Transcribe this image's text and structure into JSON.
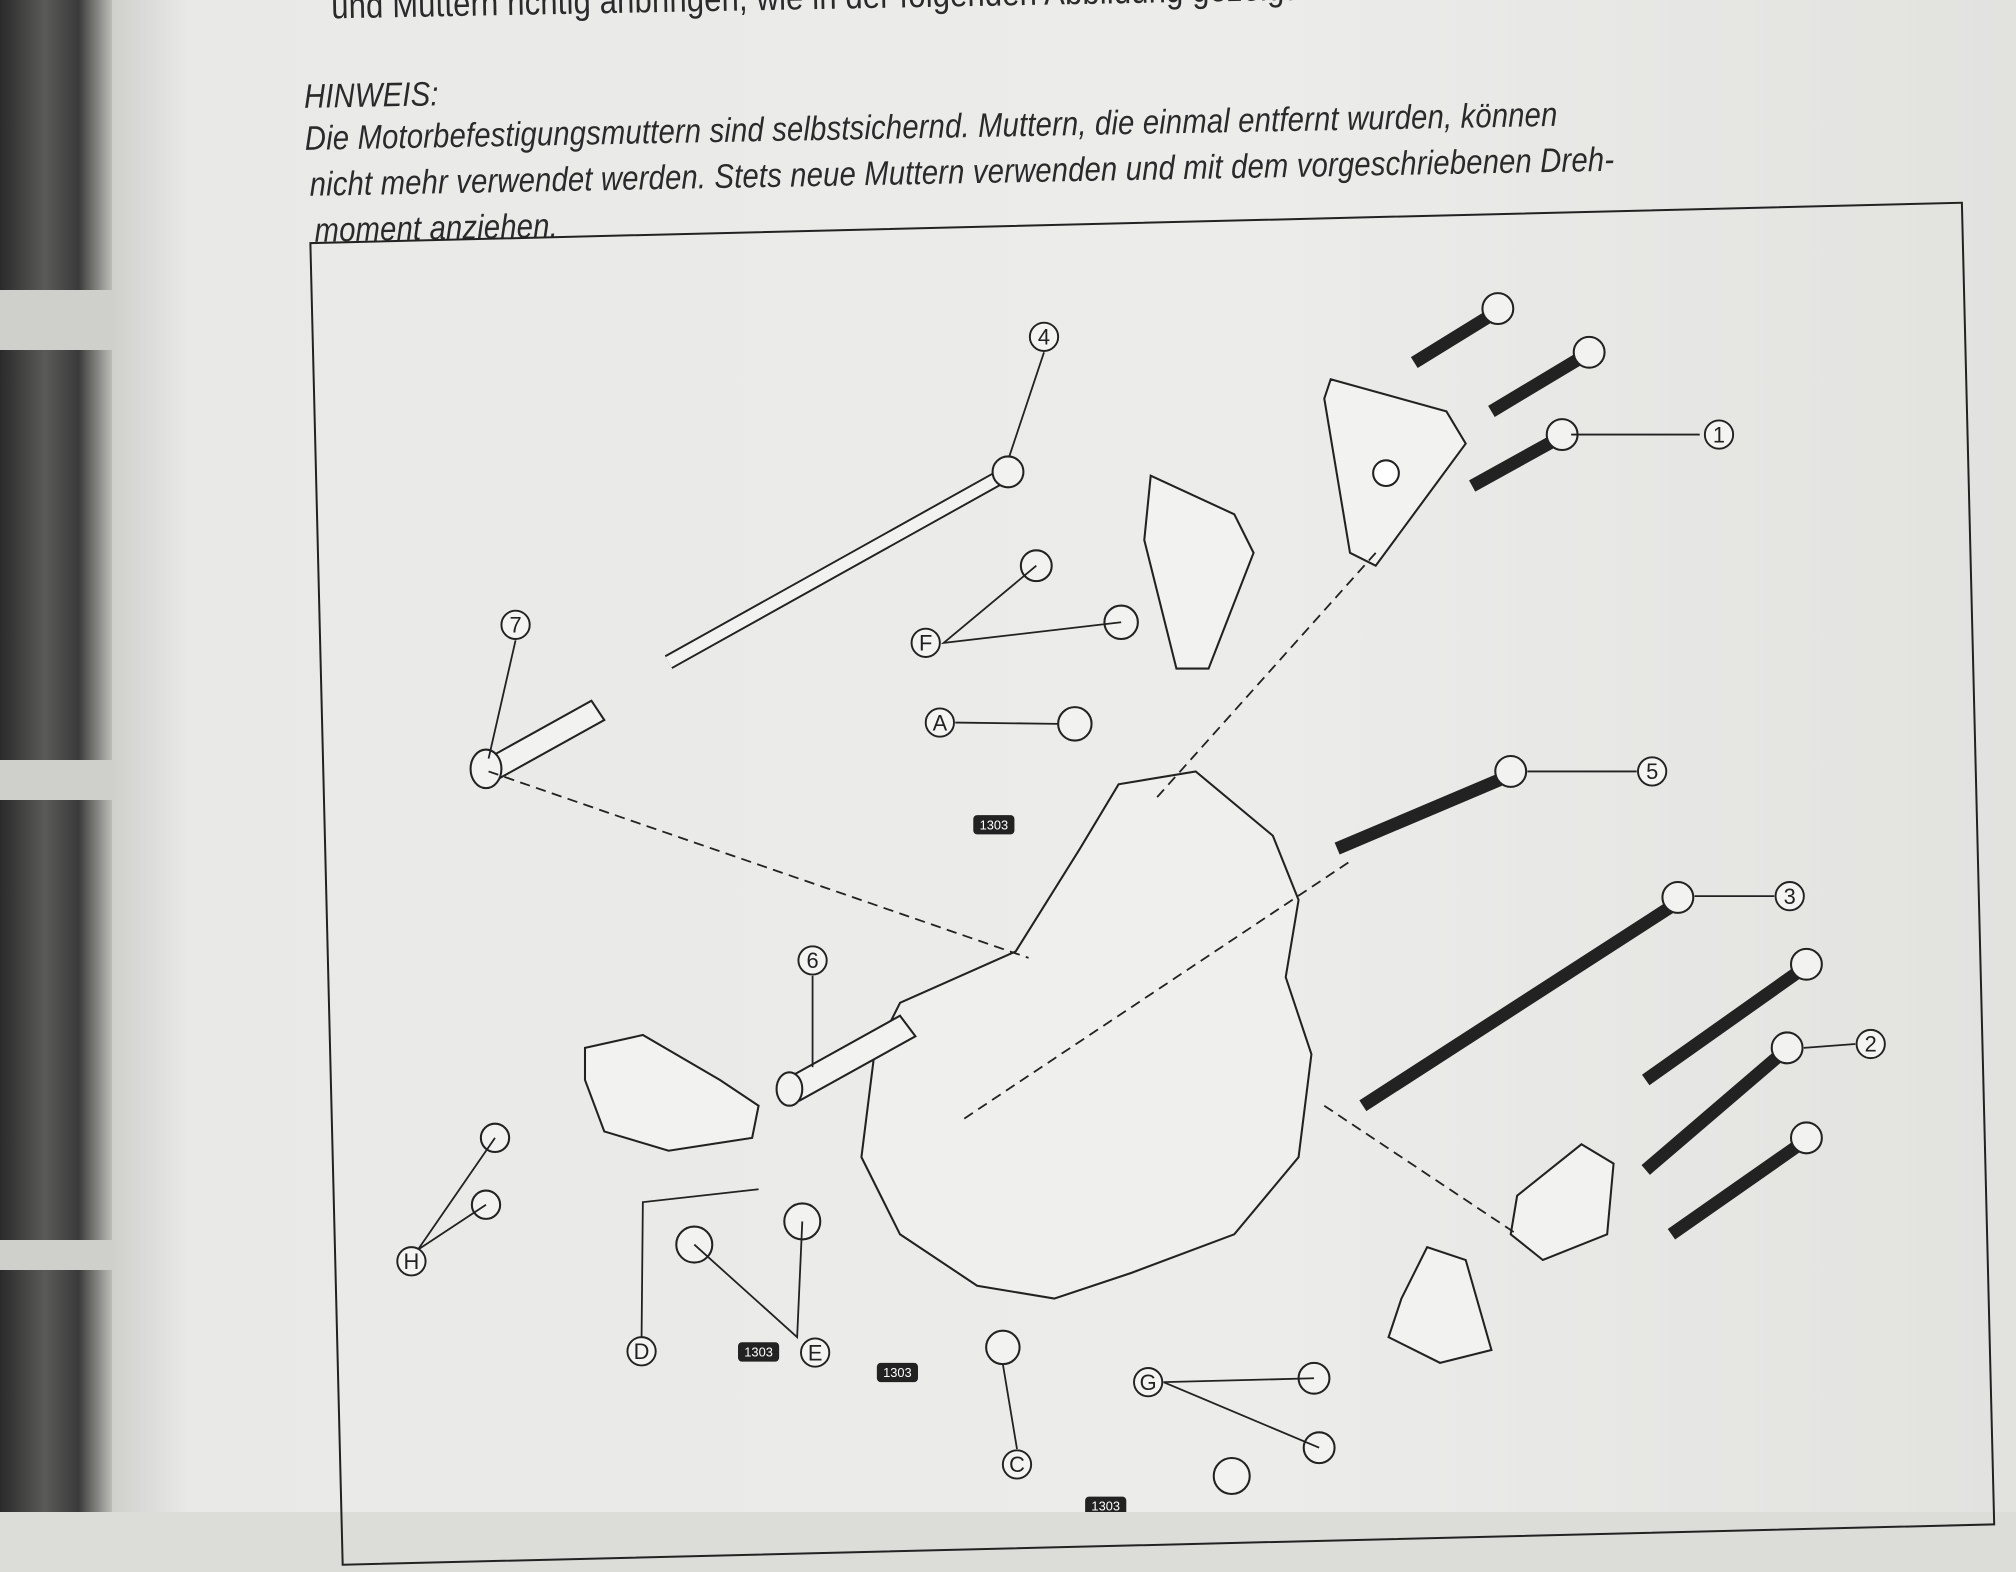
{
  "document": {
    "intro_line": "und Muttern richtig anbringen, wie in der folgenden Abbildung gezeigt.",
    "note_heading": "HINWEIS:",
    "note_lines": [
      "Die Motorbefestigungsmuttern sind selbstsichernd. Muttern, die einmal entfernt wurden, können",
      "nicht mehr verwendet werden. Stets neue Muttern verwenden und mit dem vorgeschriebenen Dreh-",
      "moment anziehen."
    ]
  },
  "diagram": {
    "callouts": {
      "n1": "1",
      "n2": "2",
      "n3": "3",
      "n4": "4",
      "n5": "5",
      "n6": "6",
      "n7": "7",
      "A": "A",
      "C": "C",
      "D": "D",
      "E": "E",
      "F": "F",
      "G": "G",
      "H": "H"
    },
    "threadlock_tag": "1303"
  }
}
